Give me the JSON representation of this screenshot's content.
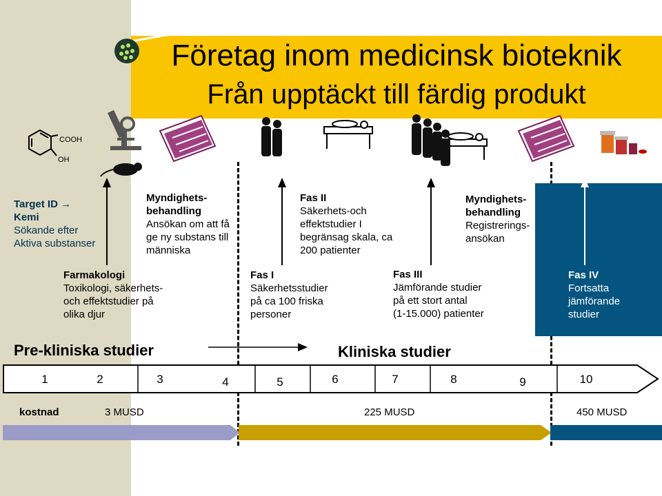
{
  "title": {
    "line1": "Företag inom medicinsk bioteknik",
    "line2": "Från upptäckt till färdig produkt"
  },
  "molecule": {
    "cooh": "COOH",
    "oh": "OH"
  },
  "upper_notes": {
    "target": {
      "heading_1": "Target ID",
      "heading_2": "Kemi",
      "line_1": "Sökande efter",
      "line_2": "Aktiva substanser"
    },
    "authority1": {
      "heading_1": "Myndighets-",
      "heading_2": "behandling",
      "line_1": "Ansökan om att få",
      "line_2": "ge ny substans till",
      "line_3": "människa"
    },
    "fas2": {
      "heading": "Fas II",
      "line_1": "Säkerhets-och",
      "line_2": "effektstudier I",
      "line_3": "begränsag skala, ca",
      "line_4": "200 patienter"
    },
    "authority2": {
      "heading_1": "Myndighets-",
      "heading_2": "behandling",
      "line_1": "Registrerings-",
      "line_2": "ansökan"
    }
  },
  "lower_notes": {
    "farmakologi": {
      "heading": "Farmakologi",
      "line_1": "Toxikologi, säkerhets-",
      "line_2": "och effektstudier på",
      "line_3": "olika djur"
    },
    "fas1": {
      "heading": "Fas I",
      "line_1": "Säkerhetsstudier",
      "line_2": "på ca 100 friska",
      "line_3": "personer"
    },
    "fas3": {
      "heading": "Fas III",
      "line_1": "Jämförande studier",
      "line_2": "på ett stort antal",
      "line_3": "(1-15.000) patienter"
    },
    "fas4": {
      "heading": "Fas IV",
      "line_1": "Fortsatta",
      "line_2": "jämförande",
      "line_3": "studier"
    }
  },
  "sections": {
    "preclinical": "Pre-kliniska studier",
    "clinical": "Kliniska studier"
  },
  "timeline": {
    "years": [
      "1",
      "2",
      "3",
      "4",
      "5",
      "6",
      "7",
      "8",
      "9",
      "10"
    ]
  },
  "cost": {
    "label": "kostnad",
    "preclinical": "3 MUSD",
    "clinical": "225 MUSD",
    "phase4": "450 MUSD"
  },
  "colors": {
    "banner": "#f9c400",
    "tan": "#ddd9c3",
    "blue_box": "#05547f",
    "bar_lavender": "#9c9cc8",
    "bar_gold": "#c8a000",
    "bar_blue": "#05547f"
  }
}
